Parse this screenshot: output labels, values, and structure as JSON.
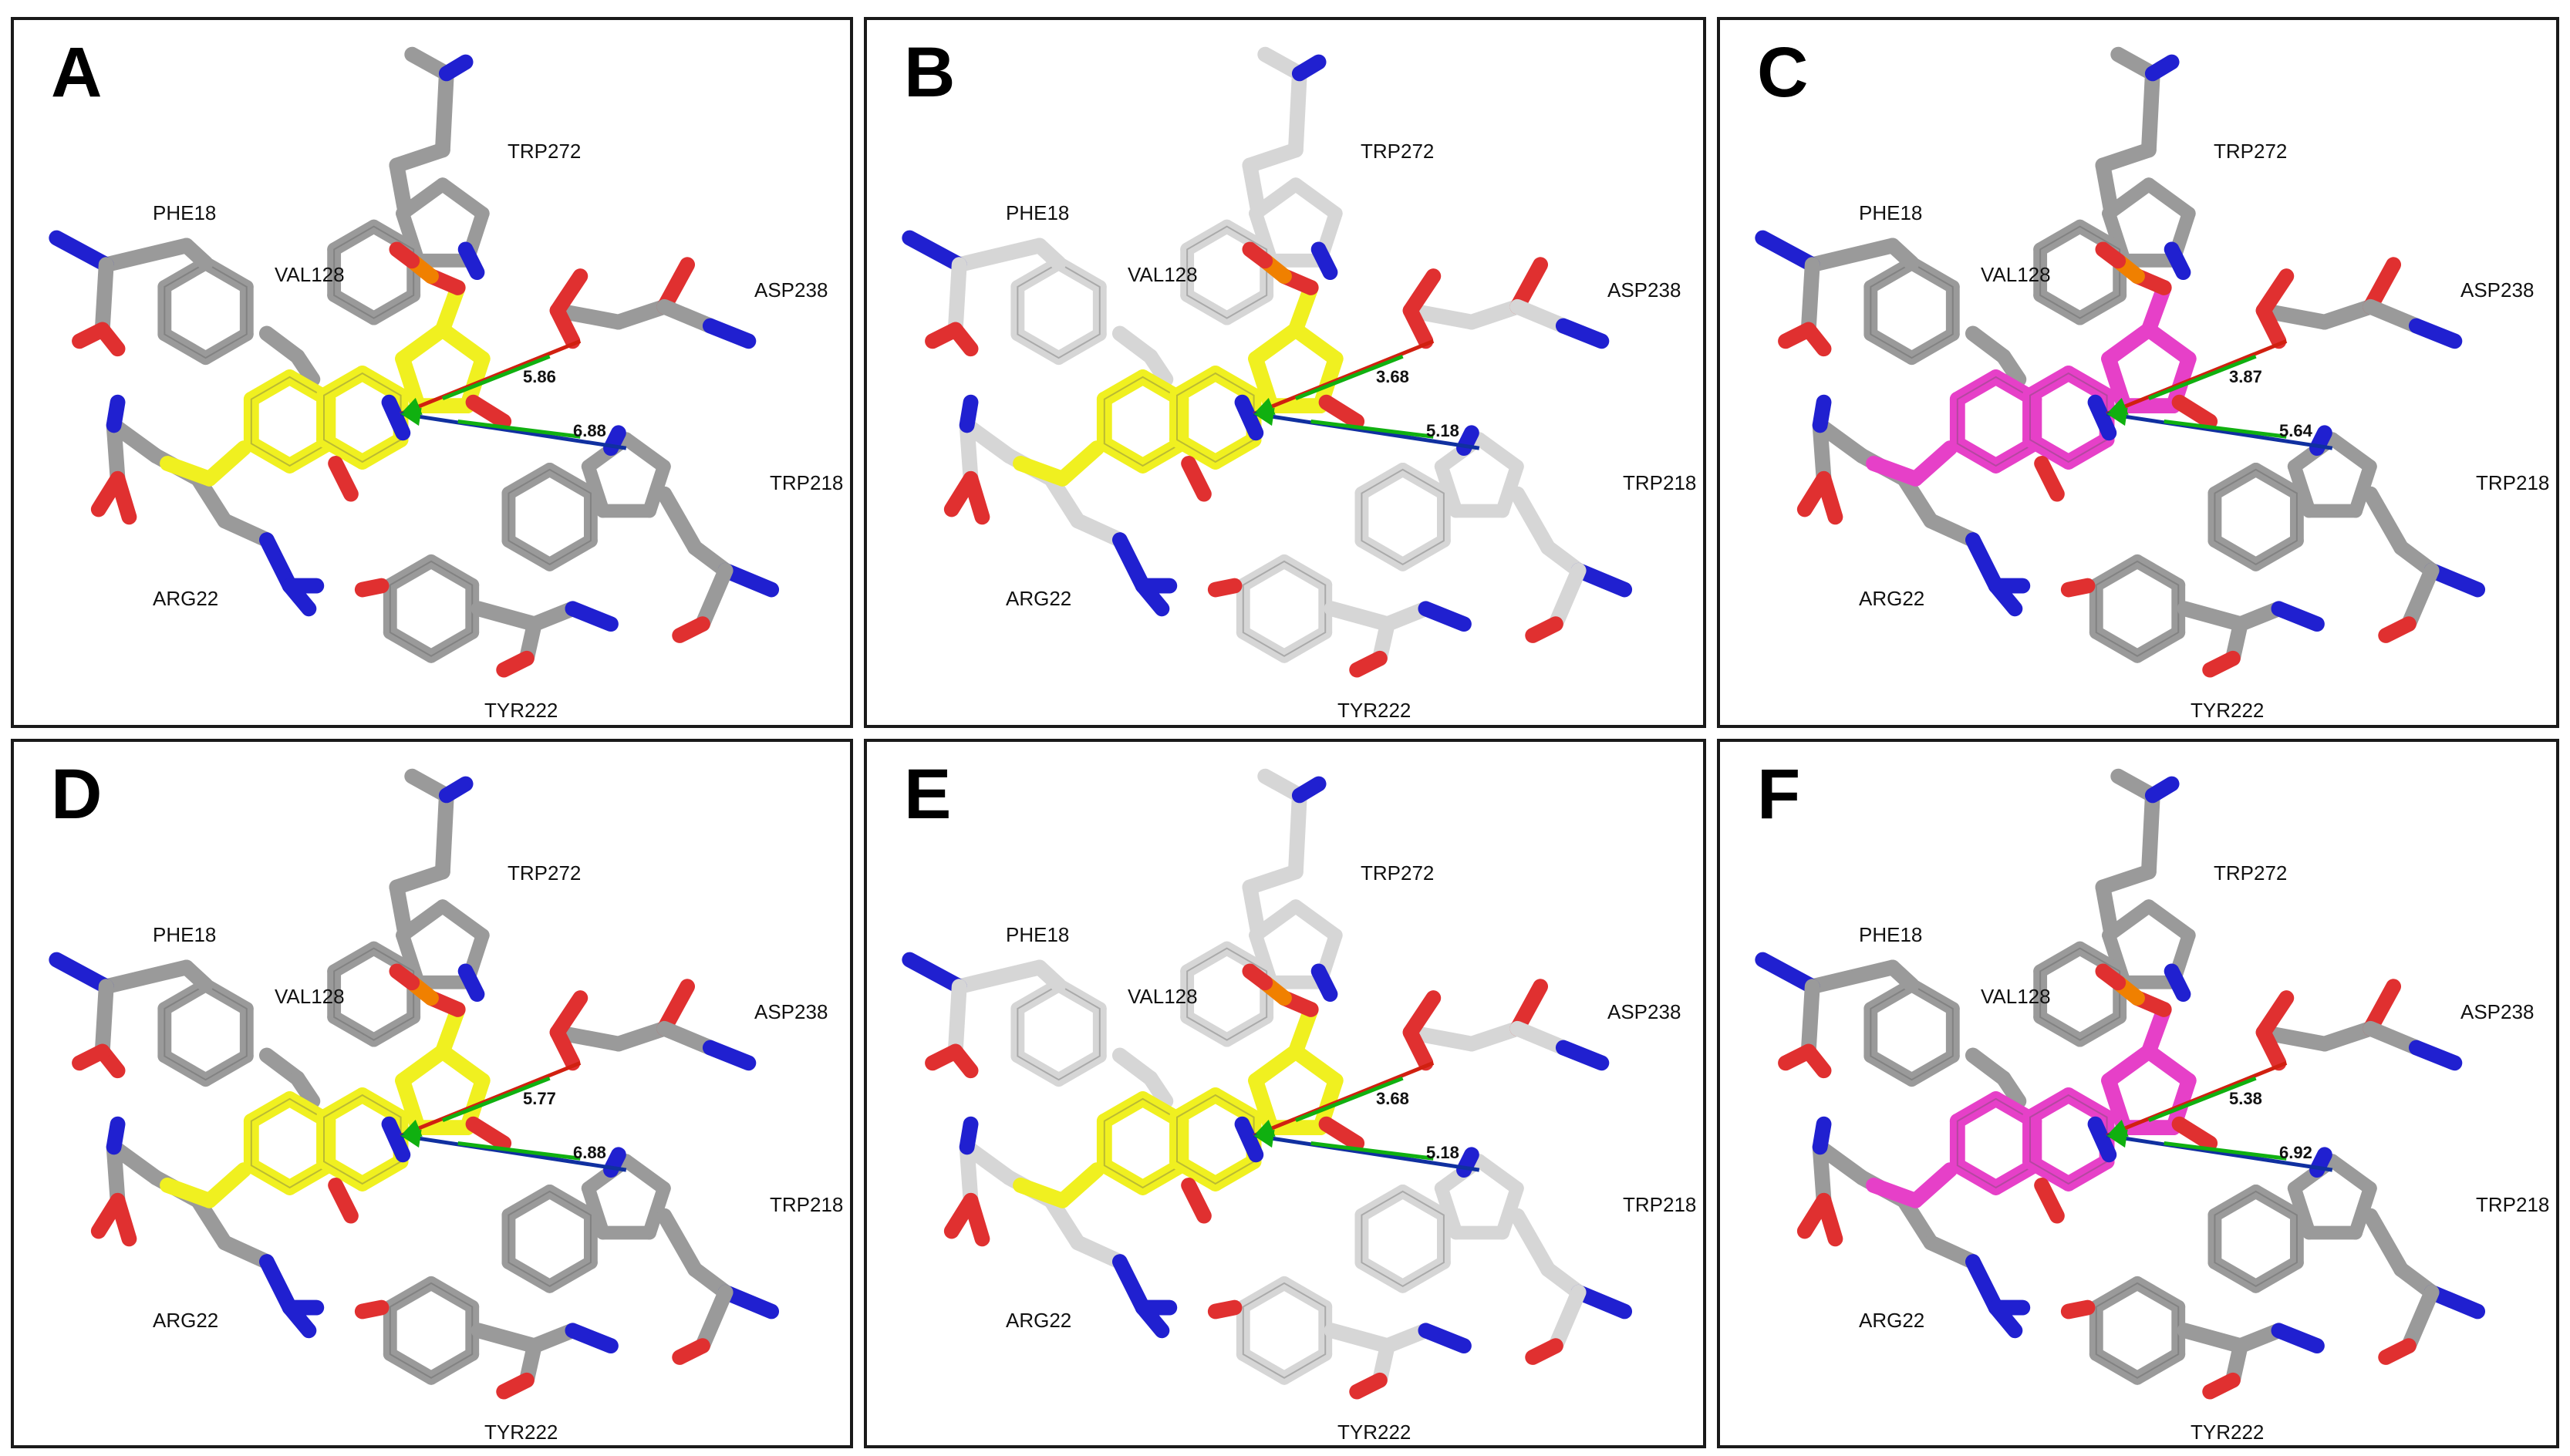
{
  "colors": {
    "carbon_grey": "#9a9a9a",
    "carbon_white": "#d6d6d6",
    "nitrogen": "#2020d0",
    "oxygen": "#e03030",
    "ligand_yellow": "#f0f020",
    "ligand_magenta": "#e640c8",
    "phosphorus": "#f08000",
    "arrow_red": "#d02010",
    "arrow_green": "#10b010",
    "arrow_blue": "#1030a0"
  },
  "panels": [
    {
      "letter": "A",
      "ligand": "yellow",
      "protein": "grey",
      "labels": {
        "trp272": "TRP272",
        "phe18": "PHE18",
        "val128": "VAL128",
        "asp238": "ASP238",
        "trp218": "TRP218",
        "arg22": "ARG22",
        "tyr222": "TYR222"
      },
      "dist_asp": "5.86",
      "dist_trp": "6.88"
    },
    {
      "letter": "B",
      "ligand": "yellow",
      "protein": "white",
      "labels": {
        "trp272": "TRP272",
        "phe18": "PHE18",
        "val128": "VAL128",
        "asp238": "ASP238",
        "trp218": "TRP218",
        "arg22": "ARG22",
        "tyr222": "TYR222"
      },
      "dist_asp": "3.68",
      "dist_trp": "5.18"
    },
    {
      "letter": "C",
      "ligand": "magenta",
      "protein": "grey",
      "labels": {
        "trp272": "TRP272",
        "phe18": "PHE18",
        "val128": "VAL128",
        "asp238": "ASP238",
        "trp218": "TRP218",
        "arg22": "ARG22",
        "tyr222": "TYR222"
      },
      "dist_asp": "3.87",
      "dist_trp": "5.64"
    },
    {
      "letter": "D",
      "ligand": "yellow",
      "protein": "grey",
      "labels": {
        "trp272": "TRP272",
        "phe18": "PHE18",
        "val128": "VAL128",
        "asp238": "ASP238",
        "trp218": "TRP218",
        "arg22": "ARG22",
        "tyr222": "TYR222"
      },
      "dist_asp": "5.77",
      "dist_trp": "6.88"
    },
    {
      "letter": "E",
      "ligand": "yellow",
      "protein": "white",
      "labels": {
        "trp272": "TRP272",
        "phe18": "PHE18",
        "val128": "VAL128",
        "asp238": "ASP238",
        "trp218": "TRP218",
        "arg22": "ARG22",
        "tyr222": "TYR222"
      },
      "dist_asp": "3.68",
      "dist_trp": "5.18"
    },
    {
      "letter": "F",
      "ligand": "magenta",
      "protein": "grey",
      "labels": {
        "trp272": "TRP272",
        "phe18": "PHE18",
        "val128": "VAL128",
        "asp238": "ASP238",
        "trp218": "TRP218",
        "arg22": "ARG22",
        "tyr222": "TYR222"
      },
      "dist_asp": "5.38",
      "dist_trp": "6.92"
    }
  ]
}
